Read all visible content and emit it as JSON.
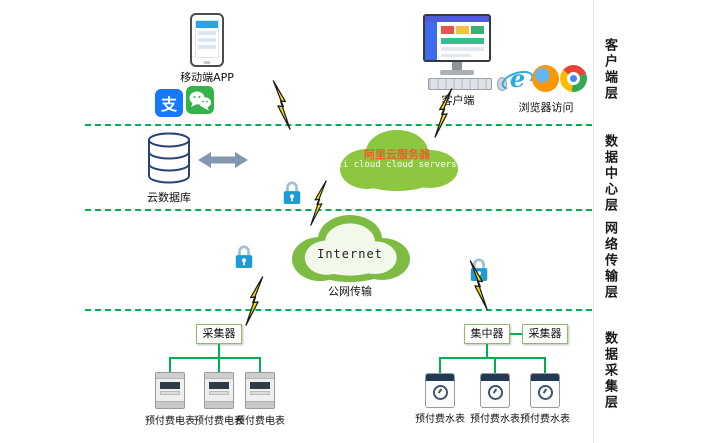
{
  "diagram": {
    "layers": [
      {
        "label": "客户端层"
      },
      {
        "label": "数据中心层"
      },
      {
        "label": "网络传输层"
      },
      {
        "label": "数据采集层"
      }
    ],
    "client": {
      "mobile_app": "移动端APP",
      "alipay_glyph": "支",
      "client_pc": "客户端",
      "browser_access": "浏览器访问"
    },
    "datacenter": {
      "cloud_db": "云数据库",
      "ali_cloud_title": "阿里云服务器",
      "ali_cloud_sub": "li cloud  cloud servers"
    },
    "network": {
      "internet": "Internet",
      "public_transfer": "公网传输"
    },
    "collection": {
      "collector_left": "采集器",
      "concentrator": "集中器",
      "collector_right": "采集器",
      "electric_meters": [
        "预付费电表",
        "预付费电表",
        "预付费电表"
      ],
      "water_meters": [
        "预付费水表",
        "预付费水表",
        "预付费水表"
      ]
    }
  },
  "colors": {
    "cloud_green": "#8DC63F",
    "net_cloud_green": "#7DBB42",
    "line_green": "#00B050",
    "lightning_yellow": "#FFE100",
    "lock_blue": "#1E9BD7",
    "ali_title_orange": "#E8612C"
  }
}
